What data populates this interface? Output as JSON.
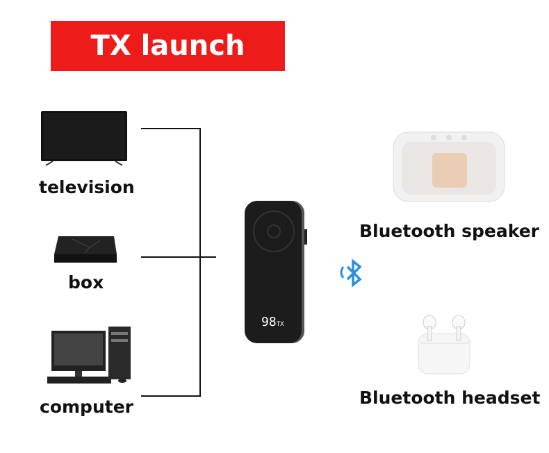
{
  "title": "TX launch mode",
  "sources": [
    {
      "label": "television",
      "icon": "television-icon"
    },
    {
      "label": "box",
      "icon": "set-top-box-icon"
    },
    {
      "label": "computer",
      "icon": "computer-icon"
    }
  ],
  "device": {
    "display": "98",
    "mode": "TX"
  },
  "targets": [
    {
      "label": "Bluetooth speaker",
      "icon": "speaker-icon"
    },
    {
      "label": "Bluetooth headset",
      "icon": "earbuds-icon"
    }
  ],
  "colors": {
    "title_bg": "#ee1b1b",
    "bluetooth": "#2a8fe0"
  }
}
